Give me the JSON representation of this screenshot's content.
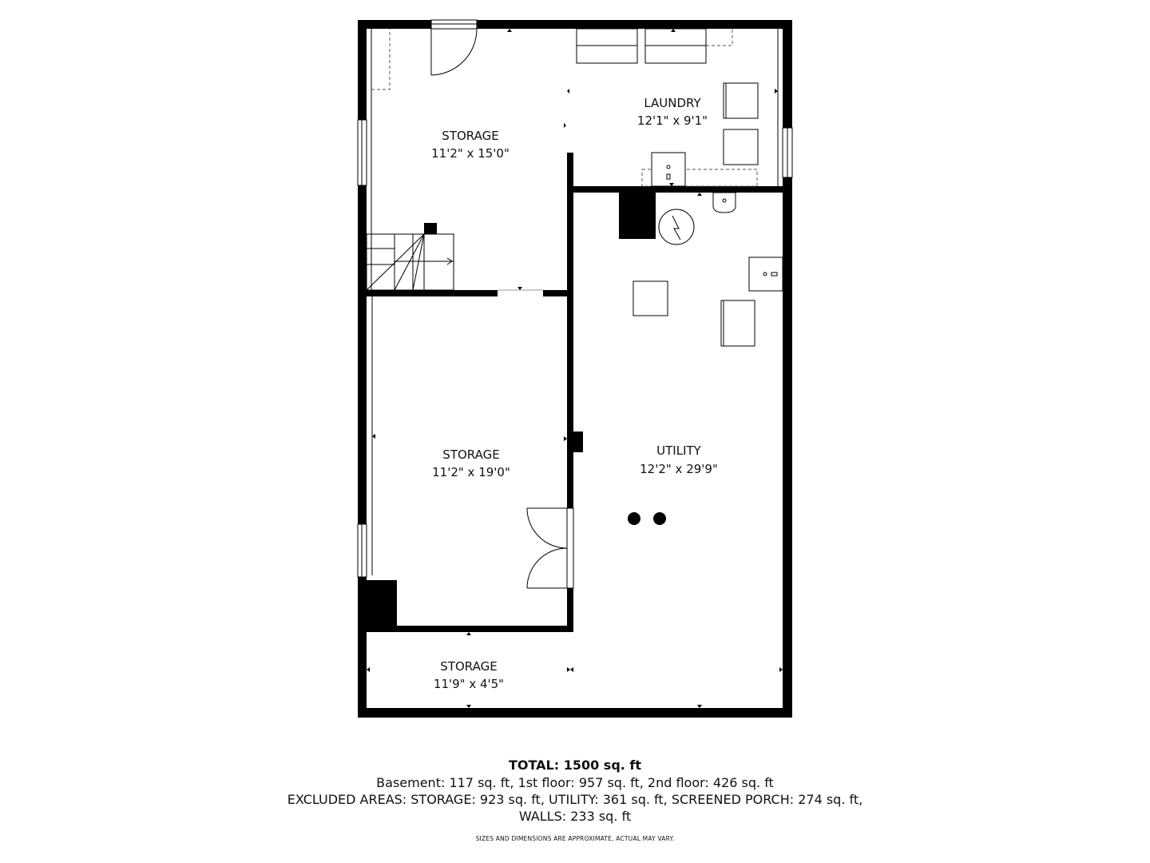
{
  "rooms": [
    {
      "id": "storage_top",
      "name": "STORAGE",
      "dimensions": "11'2\" x 15'0\""
    },
    {
      "id": "laundry",
      "name": "LAUNDRY",
      "dimensions": "12'1\" x 9'1\""
    },
    {
      "id": "storage_mid",
      "name": "STORAGE",
      "dimensions": "11'2\" x 19'0\""
    },
    {
      "id": "utility",
      "name": "UTILITY",
      "dimensions": "12'2\" x 29'9\""
    },
    {
      "id": "storage_bottom",
      "name": "STORAGE",
      "dimensions": "11'9\" x 4'5\""
    }
  ],
  "summary": {
    "total": "TOTAL: 1500 sq. ft",
    "line1": "Basement: 117 sq. ft, 1st floor: 957 sq. ft, 2nd floor: 426 sq. ft",
    "line2": "EXCLUDED AREAS: STORAGE: 923 sq. ft, UTILITY: 361 sq. ft, SCREENED PORCH: 274 sq. ft,",
    "line3": "WALLS: 233 sq. ft"
  },
  "disclaimer": "SIZES AND DIMENSIONS ARE APPROXIMATE, ACTUAL MAY VARY."
}
